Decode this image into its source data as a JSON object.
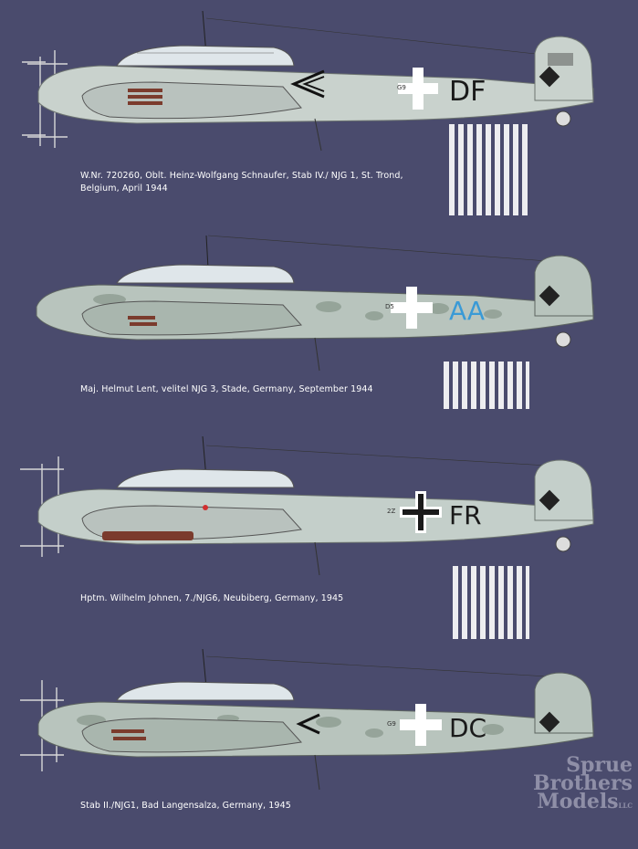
{
  "profiles": [
    {
      "caption_line1": "W.Nr. 720260, Oblt. Heinz-Wolfgang Schnaufer, Stab IV./ NJG 1, St. Trond,",
      "caption_line2": "Belgium, April 1944",
      "code": "DF",
      "small_code": "G9",
      "code_color": "#1a1a1a",
      "camo": "plain"
    },
    {
      "caption_line1": "Maj. Helmut Lent, velitel NJG 3, Stade, Germany, September 1944",
      "caption_line2": "",
      "code": "AA",
      "small_code": "D5",
      "code_color": "#3a9ad6",
      "camo": "mottle"
    },
    {
      "caption_line1": "Hptm. Wilhelm Johnen, 7./NJG6, Neubiberg, Germany, 1945",
      "caption_line2": "",
      "code": "FR",
      "small_code": "2Z",
      "code_color": "#1a1a1a",
      "camo": "plain"
    },
    {
      "caption_line1": "Stab II./NJG1, Bad Langensalza, Germany, 1945",
      "caption_line2": "",
      "code": "DC",
      "small_code": "G9",
      "code_color": "#1a1a1a",
      "camo": "mottle"
    }
  ],
  "watermark": {
    "line1": "Sprue",
    "line2": "Brothers",
    "line3": "Models",
    "suffix": "LLC"
  }
}
